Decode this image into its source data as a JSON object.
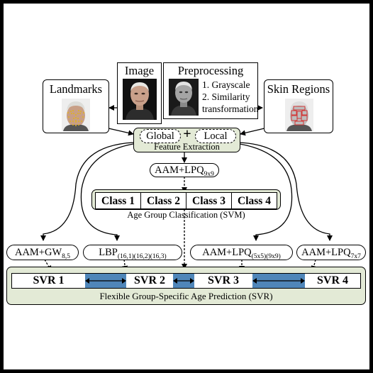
{
  "image_box": {
    "title": "Image"
  },
  "preprocessing": {
    "title": "Preprocessing",
    "steps": [
      "1. Grayscale",
      "2. Similarity",
      "transformation"
    ]
  },
  "landmarks": {
    "title": "Landmarks"
  },
  "skin_regions": {
    "title": "Skin Regions"
  },
  "feature_extraction": {
    "global_label": "Global",
    "plus": "+",
    "local_label": "Local",
    "caption": "Feature Extraction"
  },
  "classification_feature": {
    "main": "AAM+LPQ",
    "sub": "9x9"
  },
  "classification": {
    "classes": [
      "Class 1",
      "Class 2",
      "Class 3",
      "Class 4"
    ],
    "caption": "Age Group Classification (SVM)"
  },
  "group_features": [
    {
      "main": "AAM+GW",
      "sub": "8,5"
    },
    {
      "main": "LBP",
      "sub": "(16,1)(16,2)(16,3)"
    },
    {
      "main": "AAM+LPQ",
      "sub": "(5x5)(9x9)"
    },
    {
      "main": "AAM+LPQ",
      "sub": "7x7"
    }
  ],
  "regression": {
    "models": [
      "SVR 1",
      "SVR 2",
      "SVR 3",
      "SVR 4"
    ],
    "caption": "Flexible Group-Specific Age Prediction (SVR)"
  },
  "colors": {
    "panel_fill": "#e3ead6",
    "overlap_fill": "#4f86b9",
    "landmark_color": "#e0b21f",
    "region_color": "#d42a2a"
  }
}
